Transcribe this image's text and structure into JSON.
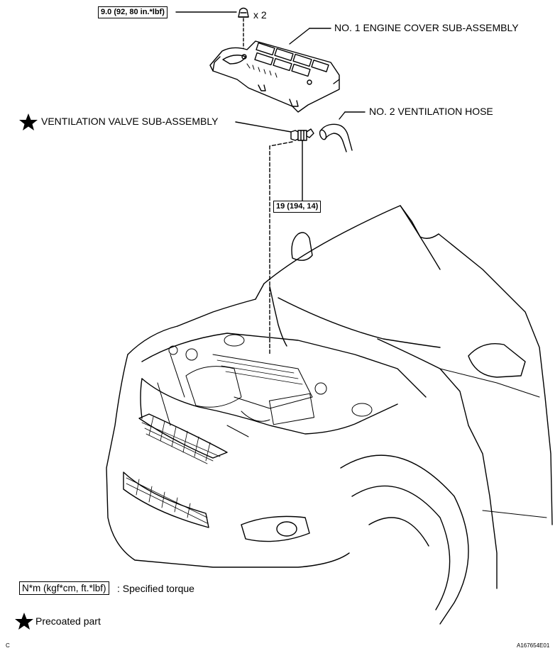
{
  "callouts": {
    "cover_torque": "9.0 (92, 80 in.*lbf)",
    "cover_qty": "x 2",
    "engine_cover": "NO. 1 ENGINE COVER SUB-ASSEMBLY",
    "vent_valve": "VENTILATION VALVE SUB-ASSEMBLY",
    "vent_hose": "NO. 2 VENTILATION HOSE",
    "valve_torque": "19 (194, 14)"
  },
  "legend": {
    "torque_units": "N*m (kgf*cm, ft.*lbf)",
    "torque_desc": ": Specified torque",
    "precoated": "Precoated part"
  },
  "footer": {
    "left_code": "C",
    "figure_id": "A167654E01"
  }
}
